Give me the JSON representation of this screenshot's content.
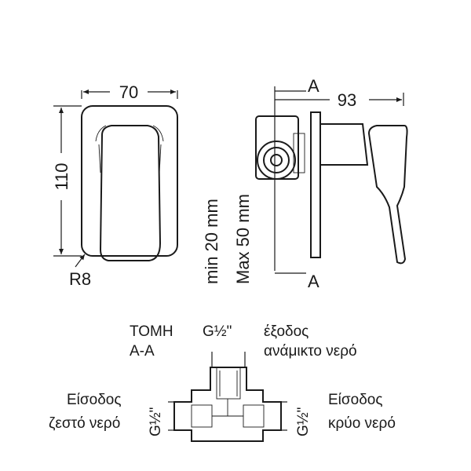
{
  "front_view": {
    "width_label": "70",
    "height_label": "110",
    "radius_label": "R8"
  },
  "side_view": {
    "section_top_label": "A",
    "section_bottom_label": "A",
    "depth_label": "93",
    "min_label": "min 20 mm",
    "max_label": "Max 50 mm"
  },
  "section_view": {
    "title_line1": "ΤΟΜΗ",
    "title_line2": "A-A",
    "top_thread": "G½\"",
    "outlet_line1": "έξοδος",
    "outlet_line2": "ανάμικτο νερό",
    "left_inlet_line1": "Είσοδος",
    "left_inlet_line2": "ζεστό νερό",
    "left_thread": "G½\"",
    "right_thread": "G½\"",
    "right_inlet_line1": "Είσοδος",
    "right_inlet_line2": "κρύο νερό"
  }
}
